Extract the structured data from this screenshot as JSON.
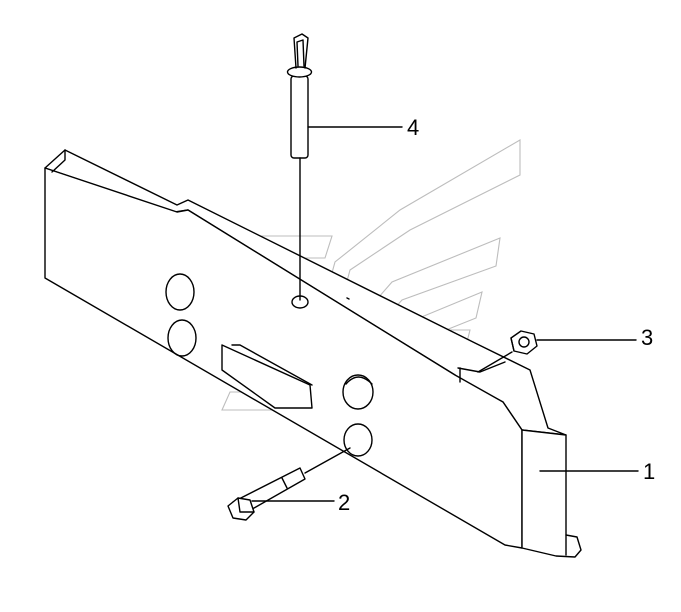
{
  "diagram": {
    "callouts": [
      {
        "id": "1",
        "label": "1"
      },
      {
        "id": "2",
        "label": "2"
      },
      {
        "id": "3",
        "label": "3"
      },
      {
        "id": "4",
        "label": "4"
      }
    ],
    "colors": {
      "line": "#000000",
      "background": "#ffffff",
      "watermark": "#bdbdbd"
    }
  }
}
